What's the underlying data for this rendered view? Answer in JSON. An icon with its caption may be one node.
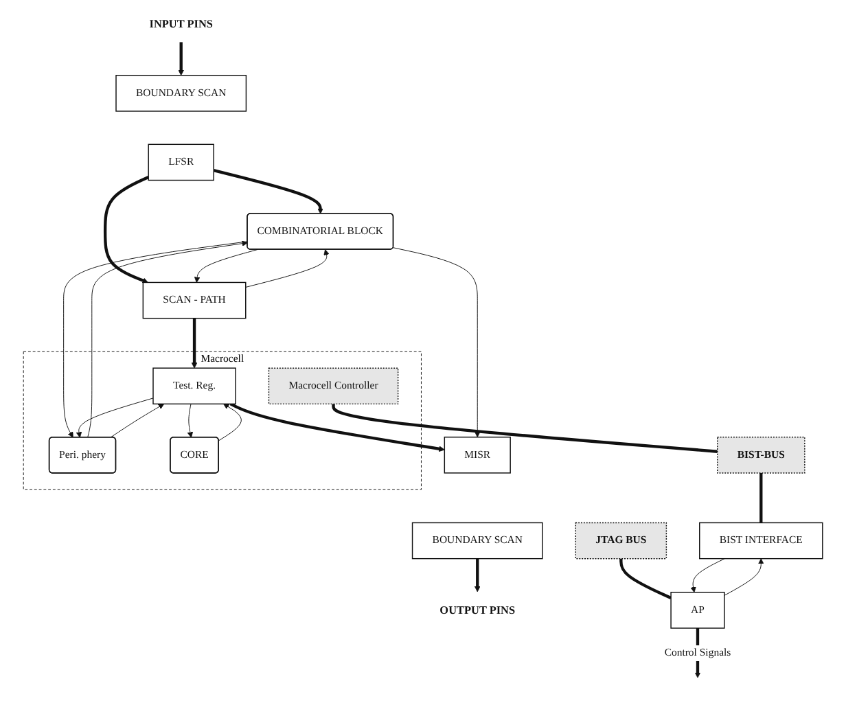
{
  "diagram": {
    "nodes": [
      {
        "text": [
          "INPUT PINS"
        ]
      },
      {
        "text": [
          "BOUNDARY SCAN"
        ]
      },
      {
        "text": [
          "LFSR"
        ]
      },
      {
        "text": [
          "COMBINATORIAL BLOCK"
        ]
      },
      {
        "text": [
          "SCAN - PATH"
        ]
      },
      {
        "text": [
          "MISR"
        ]
      },
      {
        "text": [
          "BOUNDARY SCAN"
        ]
      },
      {
        "text": [
          "OUTPUT PINS"
        ]
      },
      {
        "text": [
          "Macrocell"
        ]
      },
      {
        "text": [
          "Peri. phery"
        ],
        "in": 8
      },
      {
        "text": [
          "Test. Reg."
        ],
        "in": 8
      },
      {
        "text": [
          "CORE"
        ],
        "in": 8
      },
      {
        "text": [
          "Macrocell Controller"
        ],
        "in": 8
      },
      {
        "text": [
          "JTAG BUS"
        ]
      },
      {
        "text": [
          "AP"
        ]
      },
      {
        "text": [
          "BIST INTERFACE"
        ]
      },
      {
        "text": [
          "BIST-BUS"
        ]
      }
    ],
    "edges": [
      {
        "from": 0,
        "to": 1,
        "arrow": "to",
        "style": "thick"
      },
      {
        "from": 2,
        "to": 3,
        "arrow": "to",
        "style": "thick"
      },
      {
        "from": 3,
        "to": 5,
        "arrow": "to"
      },
      {
        "from": 6,
        "to": 7,
        "arrow": "to",
        "style": "thick"
      },
      {
        "from": 2,
        "to": 4,
        "arrow": "to",
        "style": "thick"
      },
      {
        "from": 4,
        "to": 3,
        "arrow": "to"
      },
      {
        "from": 3,
        "to": 4,
        "arrow": "to"
      },
      {
        "from": 4,
        "to": 10,
        "arrow": "to",
        "style": "thick"
      },
      {
        "from": 10,
        "to": 5,
        "arrow": "to",
        "style": "thick"
      },
      {
        "from": 9,
        "to": 3,
        "arrow": "to"
      },
      {
        "from": 3,
        "to": 9,
        "arrow": "to"
      },
      {
        "from": 10,
        "to": 9,
        "arrow": "to"
      },
      {
        "from": 9,
        "to": 10,
        "arrow": "to"
      },
      {
        "from": 11,
        "to": 10,
        "arrow": "to"
      },
      {
        "from": 10,
        "to": 11,
        "arrow": "to"
      },
      {
        "from": 12,
        "to": 16,
        "arrow": "none",
        "style": "thick"
      },
      {
        "from": 16,
        "to": 15,
        "arrow": "none",
        "style": "thick"
      },
      {
        "from": 13,
        "to": 14,
        "arrow": "none",
        "style": "thick"
      },
      {
        "from": 14,
        "to": 15,
        "arrow": "to"
      },
      {
        "from": 15,
        "to": 14,
        "arrow": "to"
      },
      {
        "from": 14,
        "to": null,
        "arrow": "to",
        "label": "Control Signals",
        "style": "thick"
      }
    ]
  }
}
